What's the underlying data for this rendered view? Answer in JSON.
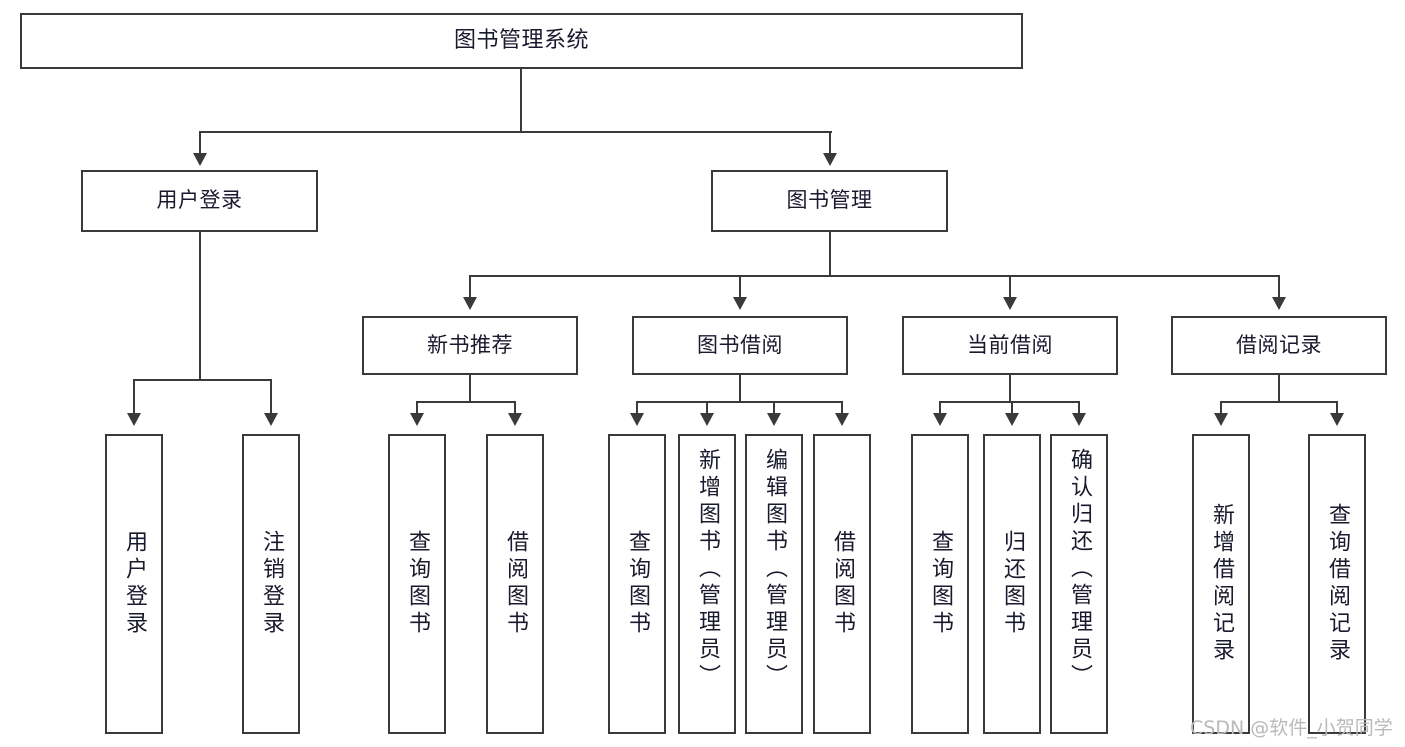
{
  "diagram": {
    "type": "tree-hierarchy-chart",
    "title": "图书管理系统",
    "stroke_color": "#3a3a3a",
    "text_color": "#1a1a2e",
    "background": "#ffffff",
    "levels": {
      "level1": [
        "图书管理系统"
      ],
      "level2": [
        "用户登录",
        "图书管理"
      ],
      "level3": [
        "新书推荐",
        "图书借阅",
        "当前借阅",
        "借阅记录"
      ],
      "level4": [
        "用户登录",
        "注销登录",
        "查询图书",
        "借阅图书",
        "查询图书",
        "新增图书（管理员）",
        "编辑图书（管理员）",
        "借阅图书",
        "查询图书",
        "归还图书",
        "确认归还（管理员）",
        "新增借阅记录",
        "查询借阅记录"
      ]
    },
    "nodes": {
      "root": "图书管理系统",
      "user_login": "用户登录",
      "book_manage": "图书管理",
      "new_book_rec": "新书推荐",
      "book_borrow": "图书借阅",
      "current_borrow": "当前借阅",
      "borrow_record": "借阅记录",
      "leaf_user_login": "用户登录",
      "leaf_logout": "注销登录",
      "leaf_query_book_a": "查询图书",
      "leaf_borrow_book_a": "借阅图书",
      "leaf_query_book_b": "查询图书",
      "leaf_add_book": "新增图书（管理员）",
      "leaf_edit_book": "编辑图书（管理员）",
      "leaf_borrow_book_b": "借阅图书",
      "leaf_query_book_c": "查询图书",
      "leaf_return_book": "归还图书",
      "leaf_confirm_return": "确认归还（管理员）",
      "leaf_add_record": "新增借阅记录",
      "leaf_query_record": "查询借阅记录"
    }
  },
  "watermark": {
    "text": "CSDN @软件_小贺同学"
  }
}
